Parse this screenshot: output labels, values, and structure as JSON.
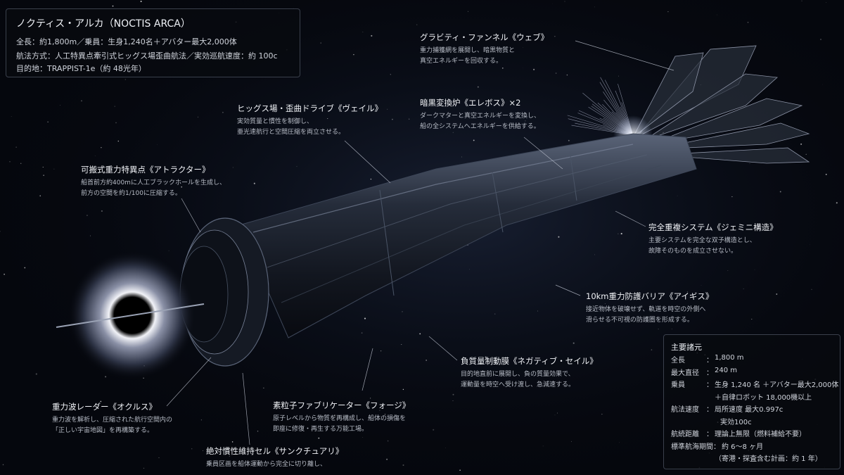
{
  "header": {
    "title": "ノクティス・アルカ（NOCTIS ARCA）",
    "line1": "全長：約1,800m／乗員：生身1,240名＋アバター最大2,000体",
    "line2": "航法方式：人工特異点牽引式ヒッグス場歪曲航法／実効巡航速度：約 100c",
    "line3": "目的地：TRAPPIST-1e（約 48光年）"
  },
  "labels": {
    "funnel": {
      "title": "グラビティ・ファンネル《ウェブ》",
      "desc1": "重力捕獲網を展開し、暗黒物質と",
      "desc2": "真空エネルギーを回収する。"
    },
    "reactor": {
      "title": "暗黒変換炉《エレボス》×2",
      "desc1": "ダークマターと真空エネルギーを変換し、",
      "desc2": "船の全システムへエネルギーを供給する。"
    },
    "veil": {
      "title": "ヒッグス場・歪曲ドライブ《ヴェイル》",
      "desc1": "実効質量と慣性を制御し、",
      "desc2": "亜光速航行と空間圧縮を両立させる。"
    },
    "attractor": {
      "title": "可搬式重力特異点《アトラクター》",
      "desc1": "船首前方約400mに人工ブラックホールを生成し、",
      "desc2": "前方の空間を約1/100に圧縮する。"
    },
    "gemini": {
      "title": "完全重複システム《ジェミニ構造》",
      "desc1": "主要システムを完全な双子構造とし、",
      "desc2": "故障そのものを成立させない。"
    },
    "aegis": {
      "title": "10km重力防護バリア《アイギス》",
      "desc1": "接近物体を破壊せず、軌道を時空の外側へ",
      "desc2": "滑らせる不可視の防護圏を形成する。"
    },
    "sail": {
      "title": "負質量制動膜《ネガティブ・セイル》",
      "desc1": "目的地直前に展開し、負の質量効果で、",
      "desc2": "運動量を時空へ受け渡し、急減速する。"
    },
    "oculus": {
      "title": "重力波レーダー《オクルス》",
      "desc1": "重力波を解析し、圧縮された航行空間内の",
      "desc2": "「正しい宇宙地図」を再構築する。"
    },
    "forge": {
      "title": "素粒子ファブリケーター《フォージ》",
      "desc1": "原子レベルから物質を再構成し、船体の損傷を",
      "desc2": "即座に修復・再生する万能工場。"
    },
    "sanctuary": {
      "title": "絶対慣性維持セル《サンクチュアリ》",
      "desc1": "乗員区画を船体運動から完全に切り離し、"
    }
  },
  "specs": {
    "title": "主要諸元",
    "rows": [
      {
        "k": "全長",
        "sep": "：",
        "v": "1,800 m"
      },
      {
        "k": "最大直径",
        "sep": "：",
        "v": "240 m"
      },
      {
        "k": "乗員",
        "sep": "：",
        "v": "生身 1,240 名 ＋アバター最大2,000体"
      },
      {
        "k": "",
        "sep": "",
        "v": "＋自律ロボット 18,000機以上"
      },
      {
        "k": "航法速度",
        "sep": "：",
        "v": "局所速度 最大0.997c"
      },
      {
        "k": "",
        "sep": "",
        "v": "実効100c"
      },
      {
        "k": "航続距離",
        "sep": "：",
        "v": "理論上無限（燃料補給不要）"
      },
      {
        "k": "標準航海期間",
        "sep": "：",
        "v": "約 6〜8 ヶ月"
      },
      {
        "k": "",
        "sep": "",
        "v": "（寄港・探査含む計画：約 1 年）"
      }
    ]
  },
  "colors": {
    "background": "#05070d",
    "hull": "#1c2230",
    "hull_light": "#4a5568",
    "accent": "#aeb8d8"
  }
}
